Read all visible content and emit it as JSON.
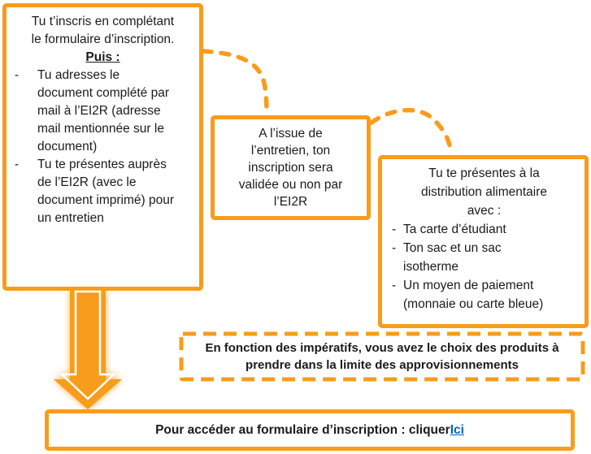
{
  "colors": {
    "orange": "#F89C1C",
    "link_blue": "#0563C1",
    "text": "#1B1B1B"
  },
  "bullet_marker": "-",
  "boxes": {
    "signup": {
      "intro_lines": [
        "Tu t’inscris en complétant",
        "le formulaire d’inscription."
      ],
      "subheading": "Puis :",
      "bullets": [
        "Tu adresses le document complété par mail à l’EI2R (adresse mail mentionnée sur le document)",
        "Tu te présentes auprès de l’EI2R (avec le document imprimé) pour  un entretien"
      ]
    },
    "validation": {
      "lines": [
        "A l’issue de",
        "l’entretien, ton",
        "inscription sera",
        "validée ou non par",
        "l’EI2R"
      ]
    },
    "distribution": {
      "head_lines": [
        "Tu te présentes à la",
        "distribution alimentaire",
        "avec :"
      ],
      "bullets": [
        "Ta carte d’étudiant",
        "Ton sac et un sac isotherme",
        "Un moyen de paiement (monnaie ou carte bleue)"
      ]
    },
    "notice": {
      "lines": [
        "En fonction des impératifs, vous avez le choix des produits à",
        "prendre dans la limite des approvisionnements"
      ]
    },
    "footer": {
      "text_prefix": "Pour accéder au formulaire d’inscription : cliquer ",
      "link_label": "Ici"
    }
  }
}
